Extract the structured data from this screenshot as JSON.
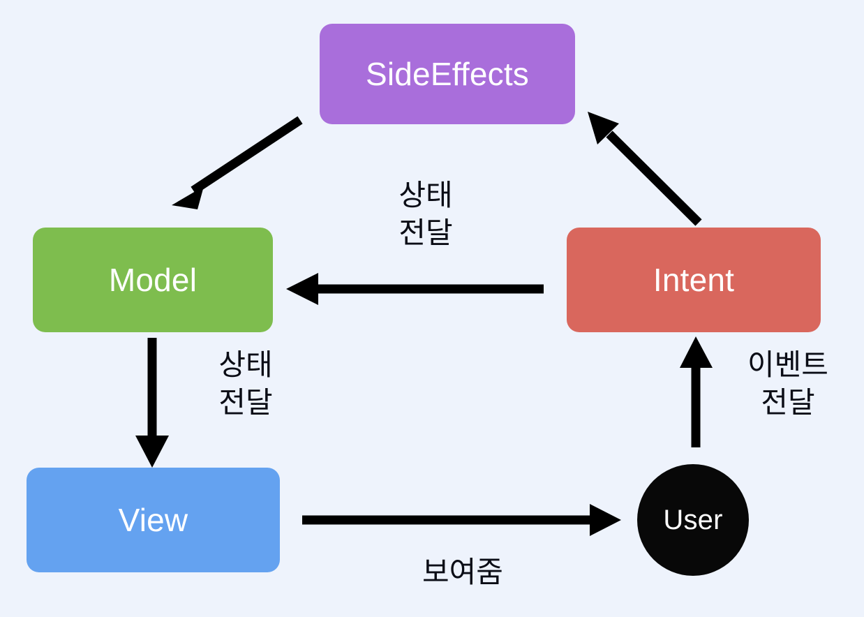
{
  "diagram": {
    "type": "mvi-architecture-flow",
    "background_color": "#eef3fc",
    "arrow_color": "#000000",
    "nodes": [
      {
        "id": "sideeffects",
        "label": "SideEffects",
        "shape": "rounded-rect",
        "color": "#a96edb",
        "text_color": "#ffffff"
      },
      {
        "id": "model",
        "label": "Model",
        "shape": "rounded-rect",
        "color": "#7ebd4e",
        "text_color": "#ffffff"
      },
      {
        "id": "intent",
        "label": "Intent",
        "shape": "rounded-rect",
        "color": "#d9675d",
        "text_color": "#ffffff"
      },
      {
        "id": "view",
        "label": "View",
        "shape": "rounded-rect",
        "color": "#64a2f0",
        "text_color": "#ffffff"
      },
      {
        "id": "user",
        "label": "User",
        "shape": "circle",
        "color": "#080808",
        "text_color": "#ffffff"
      }
    ],
    "edges": [
      {
        "id": "sideeffects-to-model",
        "from": "SideEffects",
        "to": "Model",
        "label": ""
      },
      {
        "id": "intent-to-sideeffects",
        "from": "Intent",
        "to": "SideEffects",
        "label": ""
      },
      {
        "id": "intent-to-model",
        "from": "Intent",
        "to": "Model",
        "label": "상태\n전달"
      },
      {
        "id": "model-to-view",
        "from": "Model",
        "to": "View",
        "label": "상태\n전달"
      },
      {
        "id": "user-to-intent",
        "from": "User",
        "to": "Intent",
        "label": "이벤트\n전달"
      },
      {
        "id": "view-to-user",
        "from": "View",
        "to": "User",
        "label": "보여줌"
      }
    ]
  }
}
